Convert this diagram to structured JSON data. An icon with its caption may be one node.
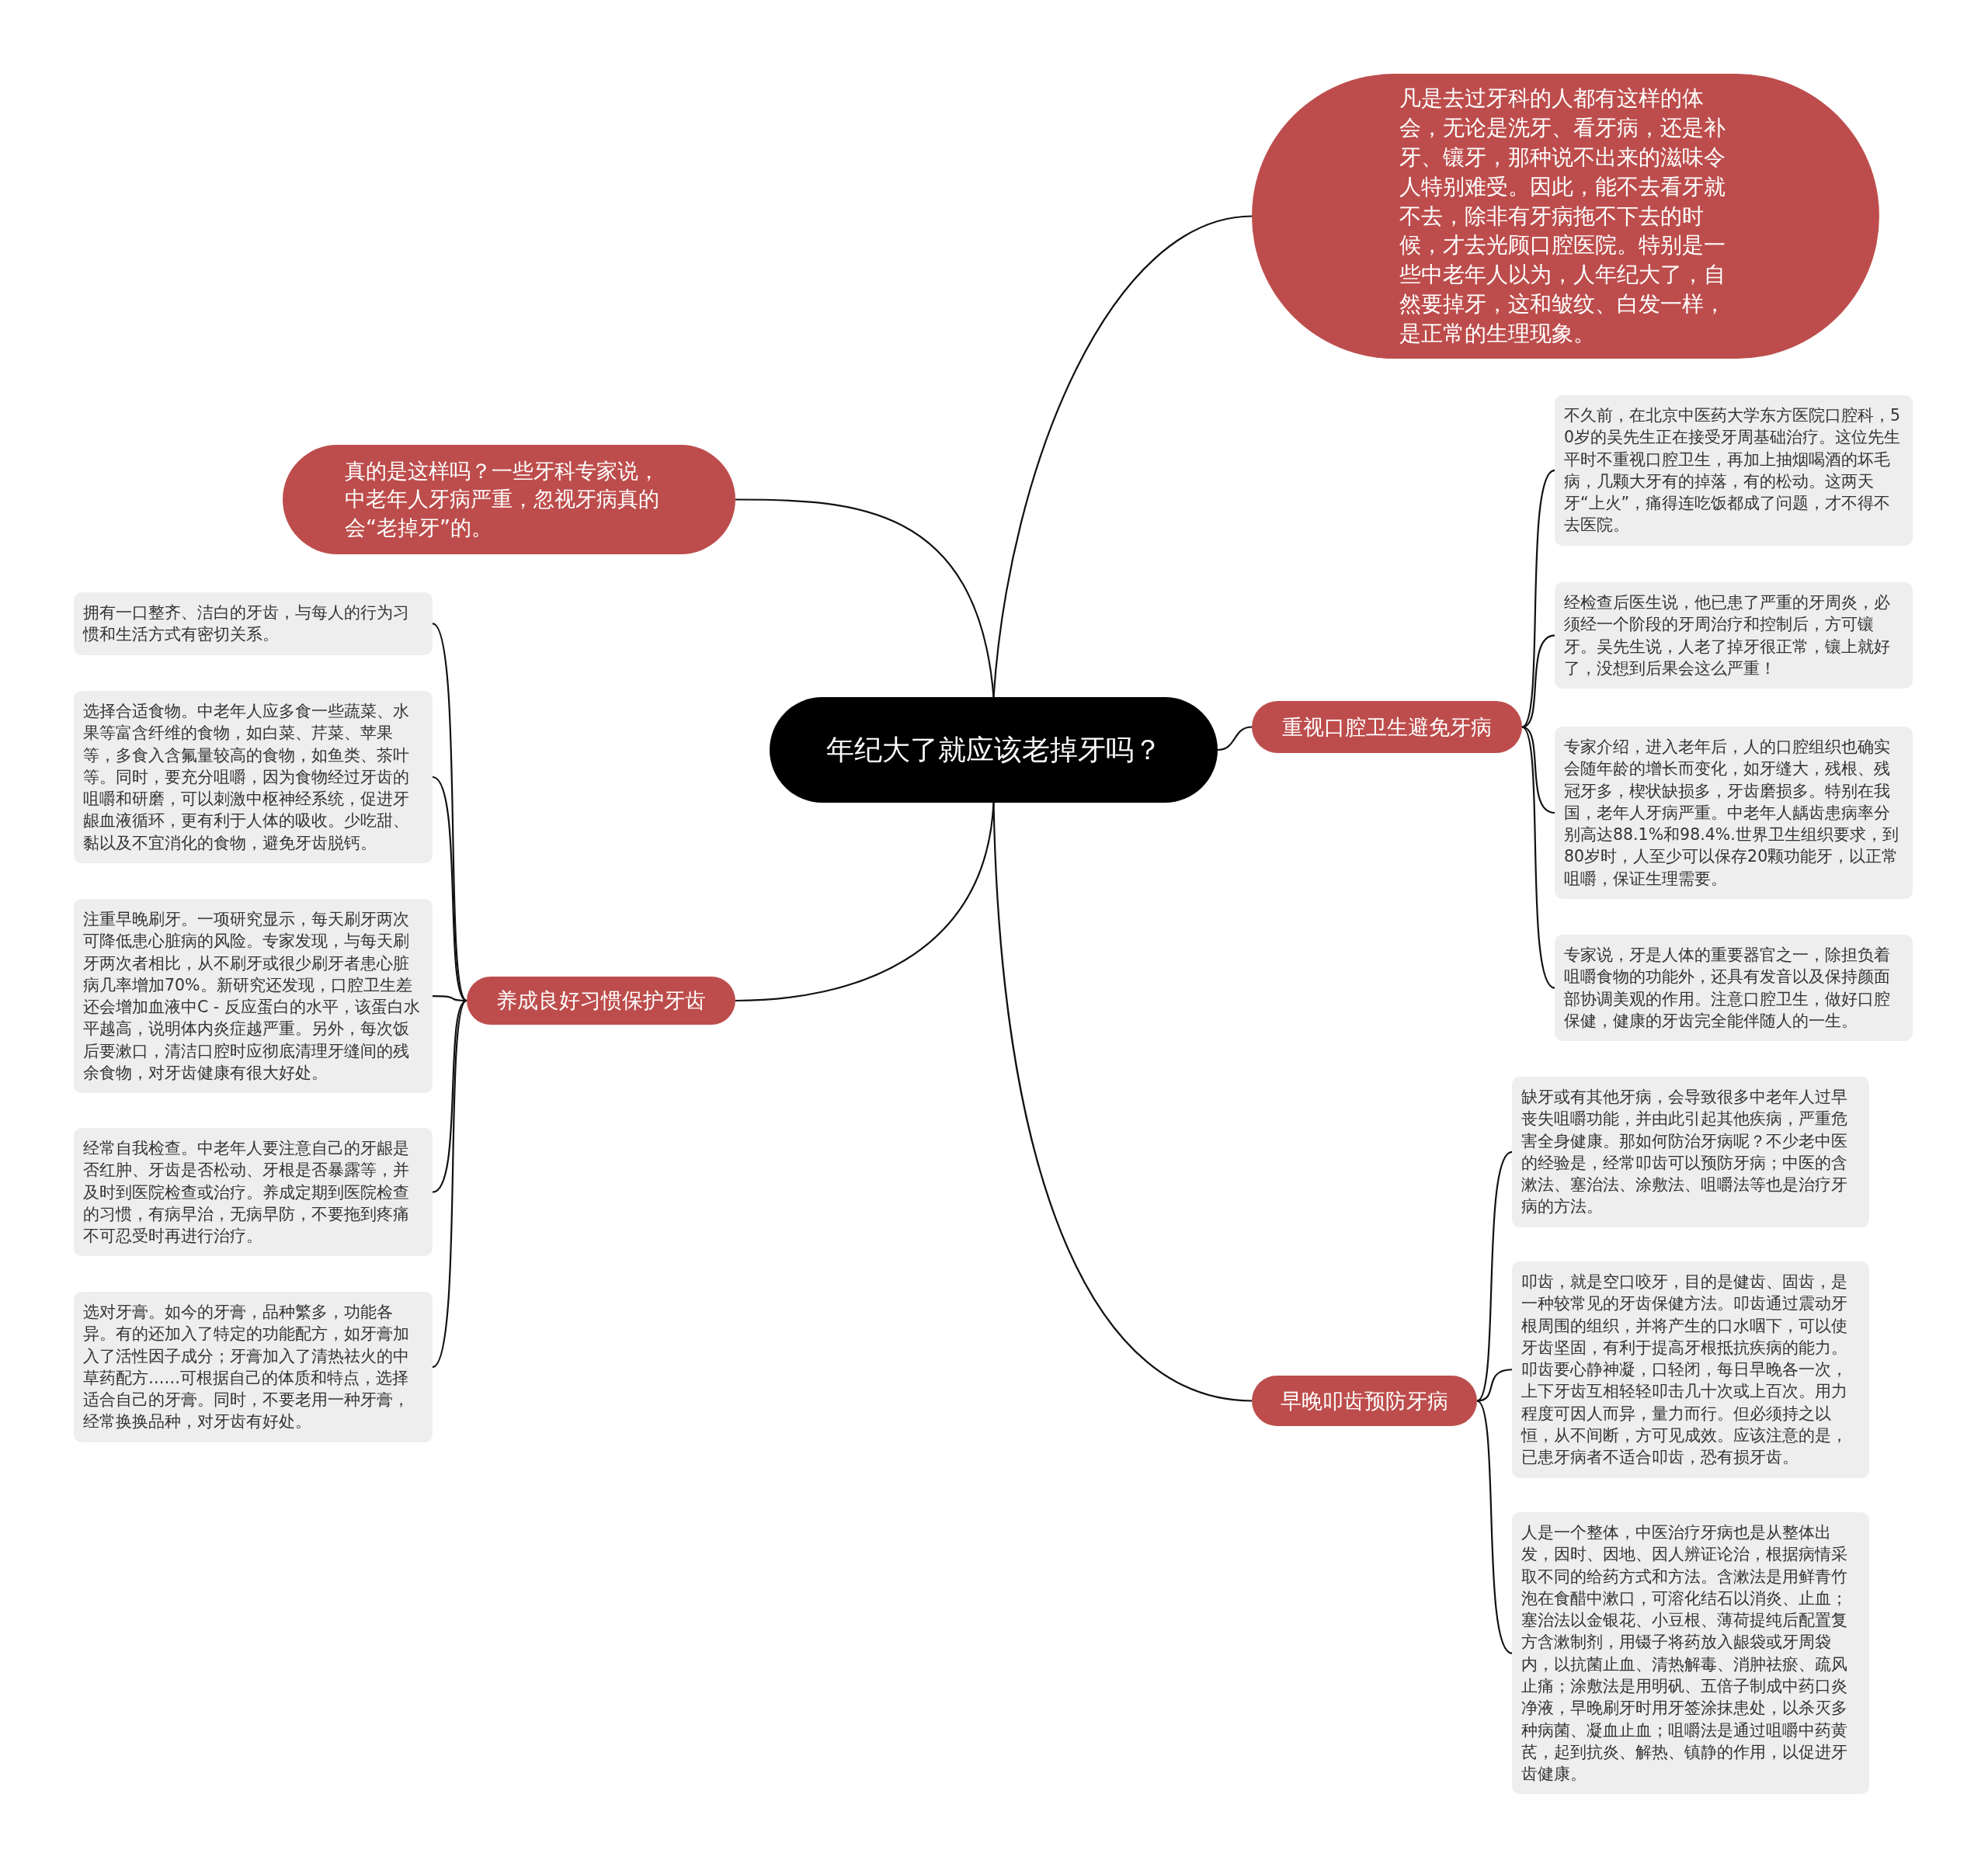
{
  "diagram": {
    "nodes": [
      {
        "text": [
          "年纪大了就应该老掉牙吗？"
        ]
      },
      {
        "text": [
          "凡是去过牙科的人都有这样的体会，无论是洗牙、看牙病，还是补牙、镶牙，那种说不出来的滋味令人特别难受。因此，能不去看牙就不去，除非有牙病拖不下去的时候，才去光顾口腔医院。特别是一些中老年人以为，人年纪大了，自然要掉牙，这和皱纹、白发一样，是正常的生理现象。"
        ]
      },
      {
        "text": [
          "重视口腔卫生避免牙病"
        ]
      },
      {
        "text": [
          "不久前，在北京中医药大学东方医院口腔科，50岁的吴先生正在接受牙周基础治疗。这位先生平时不重视口腔卫生，再加上抽烟喝酒的坏毛病，几颗大牙有的掉落，有的松动。这两天牙“上火”，痛得连吃饭都成了问题，才不得不去医院。"
        ]
      },
      {
        "text": [
          "经检查后医生说，他已患了严重的牙周炎，必须经一个阶段的牙周治疗和控制后，方可镶牙。吴先生说，人老了掉牙很正常，镶上就好了，没想到后果会这么严重！"
        ]
      },
      {
        "text": [
          "专家介绍，进入老年后，人的口腔组织也确实会随年龄的增长而变化，如牙缝大，残根、残冠牙多，楔状缺损多，牙齿磨损多。特别在我国，老年人牙病严重。中老年人龋齿患病率分别高达88.1%和98.4%.世界卫生组织要求，到80岁时，人至少可以保存20颗功能牙，以正常咀嚼，保证生理需要。"
        ]
      },
      {
        "text": [
          "专家说，牙是人体的重要器官之一，除担负着咀嚼食物的功能外，还具有发音以及保持颜面部协调美观的作用。注意口腔卫生，做好口腔保健，健康的牙齿完全能伴随人的一生。"
        ]
      },
      {
        "text": [
          "真的是这样吗？一些牙科专家说，中老年人牙病严重，忽视牙病真的会“老掉牙”的。"
        ]
      },
      {
        "text": [
          "养成良好习惯保护牙齿"
        ]
      },
      {
        "text": [
          "拥有一口整齐、洁白的牙齿，与每人的行为习惯和生活方式有密切关系。"
        ]
      },
      {
        "text": [
          "选择合适食物。中老年人应多食一些蔬菜、水果等富含纤维的食物，如白菜、芹菜、苹果等，多食入含氟量较高的食物，如鱼类、茶叶等。同时，要充分咀嚼，因为食物经过牙齿的咀嚼和研磨，可以刺激中枢神经系统，促进牙龈血液循环，更有利于人体的吸收。少吃甜、黏以及不宜消化的食物，避免牙齿脱钙。"
        ]
      },
      {
        "text": [
          "注重早晚刷牙。一项研究显示，每天刷牙两次可降低患心脏病的风险。专家发现，与每天刷牙两次者相比，从不刷牙或很少刷牙者患心脏病几率增加70%。新研究还发现，口腔卫生差还会增加血液中C - 反应蛋白的水平，该蛋白水平越高，说明体内炎症越严重。另外，每次饭后要漱口，清洁口腔时应彻底清理牙缝间的残余食物，对牙齿健康有很大好处。"
        ]
      },
      {
        "text": [
          "经常自我检查。中老年人要注意自己的牙龈是否红肿、牙齿是否松动、牙根是否暴露等，并及时到医院检查或治疗。养成定期到医院检查的习惯，有病早治，无病早防，不要拖到疼痛不可忍受时再进行治疗。"
        ]
      },
      {
        "text": [
          "选对牙膏。如今的牙膏，品种繁多，功能各异。有的还加入了特定的功能配方，如牙膏加入了活性因子成分；牙膏加入了清热祛火的中草药配方……可根据自己的体质和特点，选择适合自己的牙膏。同时，不要老用一种牙膏，经常换换品种，对牙齿有好处。"
        ]
      },
      {
        "text": [
          "早晚叩齿预防牙病"
        ]
      },
      {
        "text": [
          "缺牙或有其他牙病，会导致很多中老年人过早丧失咀嚼功能，并由此引起其他疾病，严重危害全身健康。那如何防治牙病呢？不少老中医的经验是，经常叩齿可以预防牙病；中医的含漱法、塞治法、涂敷法、咀嚼法等也是治疗牙病的方法。"
        ]
      },
      {
        "text": [
          "叩齿，就是空口咬牙，目的是健齿、固齿，是一种较常见的牙齿保健方法。叩齿通过震动牙根周围的组织，并将产生的口水咽下，可以使牙齿坚固，有利于提高牙根抵抗疾病的能力。叩齿要心静神凝，口轻闭，每日早晚各一次，上下牙齿互相轻轻叩击几十次或上百次。用力程度可因人而异，量力而行。但必须持之以恒，从不间断，方可见成效。应该注意的是，已患牙病者不适合叩齿，恐有损牙齿。"
        ]
      },
      {
        "text": [
          "人是一个整体，中医治疗牙病也是从整体出发，因时、因地、因人辨证论治，根据病情采取不同的给药方式和方法。含漱法是用鲜青竹泡在食醋中漱口，可溶化结石以消炎、止血；塞治法以金银花、小豆根、薄荷提纯后配置复方含漱制剂，用镊子将药放入龈袋或牙周袋内，以抗菌止血、清热解毒、消肿祛瘀、疏风止痛；涂敷法是用明矾、五倍子制成中药口炎净液，早晚刷牙时用牙签涂抹患处，以杀灭多种病菌、凝血止血；咀嚼法是通过咀嚼中药黄芪，起到抗炎、解热、镇静的作用，以促进牙齿健康。"
        ]
      }
    ],
    "edges": [
      {
        "from": 0,
        "to": 1,
        "arrow": "none"
      },
      {
        "from": 0,
        "to": 2,
        "arrow": "none"
      },
      {
        "from": 2,
        "to": 3,
        "arrow": "none"
      },
      {
        "from": 2,
        "to": 4,
        "arrow": "none"
      },
      {
        "from": 2,
        "to": 5,
        "arrow": "none"
      },
      {
        "from": 2,
        "to": 6,
        "arrow": "none"
      },
      {
        "from": 0,
        "to": 7,
        "arrow": "none"
      },
      {
        "from": 0,
        "to": 8,
        "arrow": "none"
      },
      {
        "from": 8,
        "to": 9,
        "arrow": "none"
      },
      {
        "from": 8,
        "to": 10,
        "arrow": "none"
      },
      {
        "from": 8,
        "to": 11,
        "arrow": "none"
      },
      {
        "from": 8,
        "to": 12,
        "arrow": "none"
      },
      {
        "from": 8,
        "to": 13,
        "arrow": "none"
      },
      {
        "from": 0,
        "to": 14,
        "arrow": "none"
      },
      {
        "from": 14,
        "to": 15,
        "arrow": "none"
      },
      {
        "from": 14,
        "to": 16,
        "arrow": "none"
      },
      {
        "from": 14,
        "to": 17,
        "arrow": "none"
      }
    ]
  }
}
